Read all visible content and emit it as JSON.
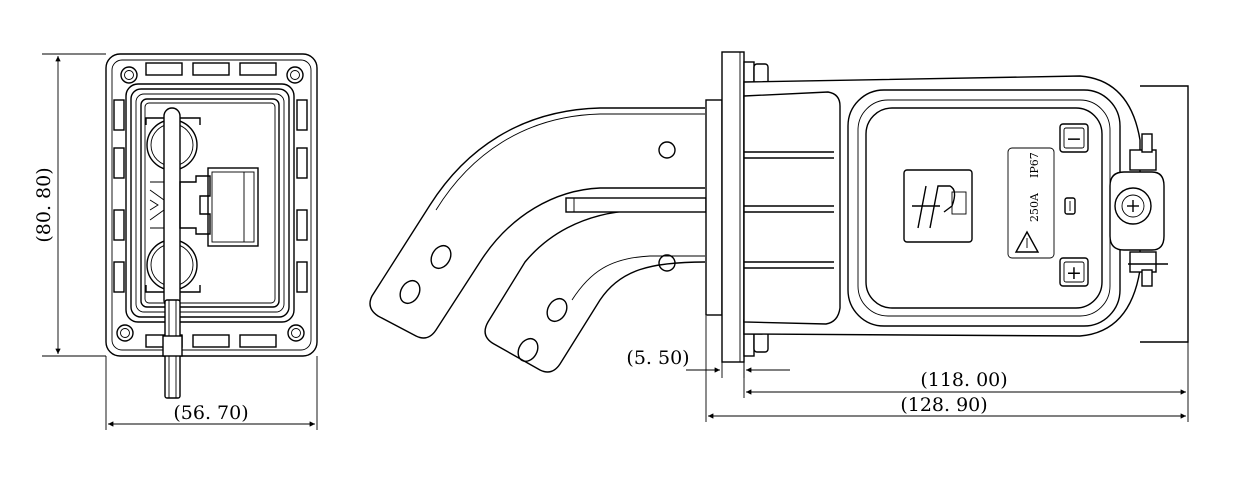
{
  "dimensions": {
    "height": "(80. 80)",
    "width": "(56. 70)",
    "flange": "(5. 50)",
    "body_length": "(118. 00)",
    "total_length": "(128. 90)"
  },
  "markings": {
    "rating": "250A",
    "protection": "IP67",
    "minus": "−",
    "plus": "+"
  }
}
